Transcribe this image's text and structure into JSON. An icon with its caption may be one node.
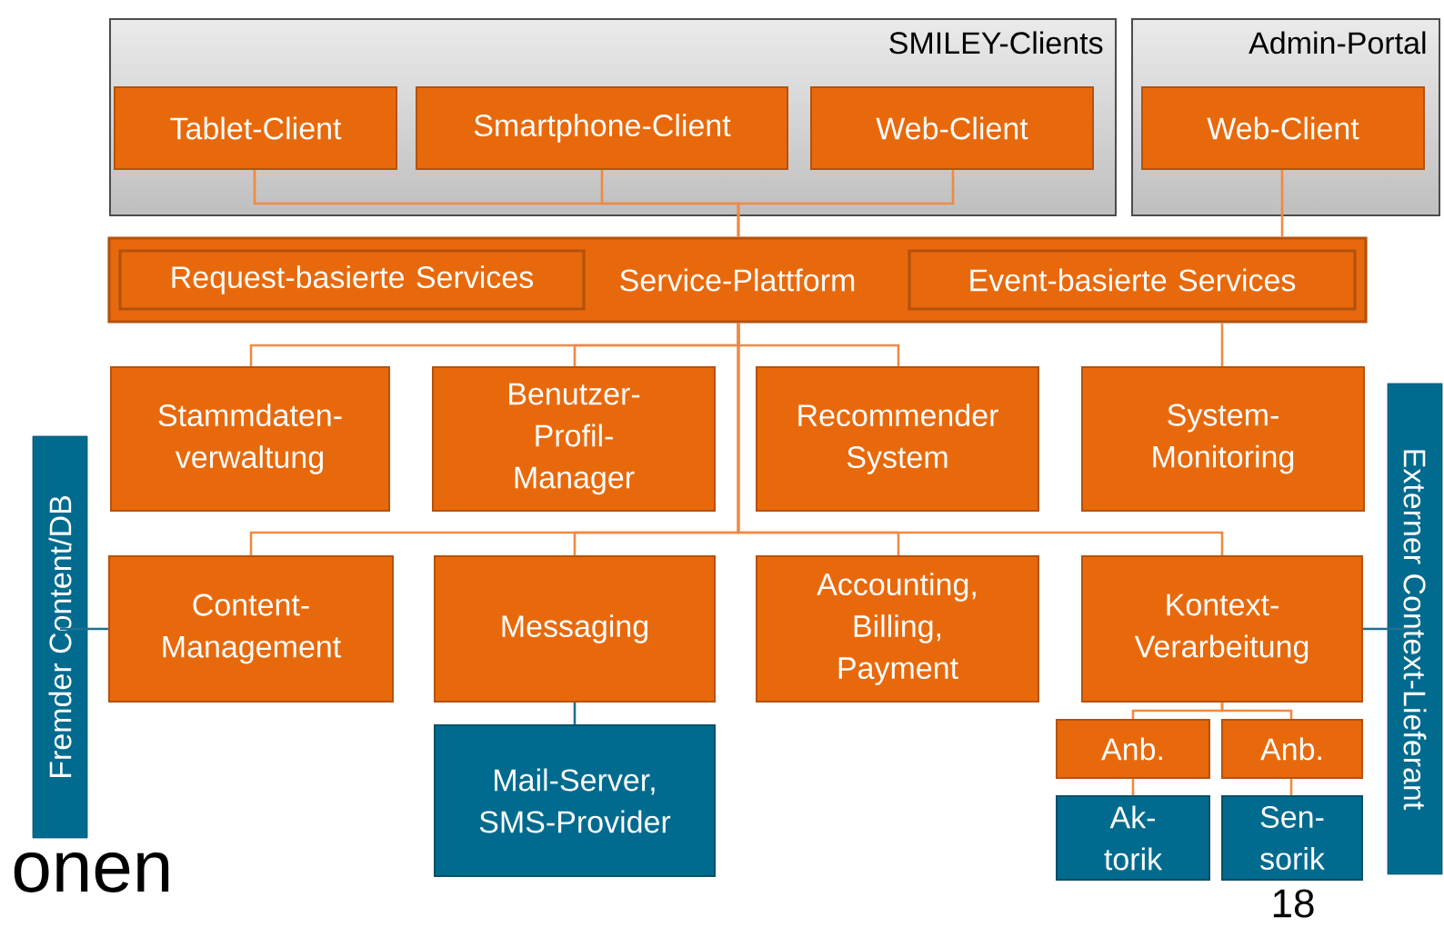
{
  "diagram": {
    "nodes": [
      {
        "text": [
          "SMILEY-Clients"
        ]
      },
      {
        "text": [
          "Tablet-Client"
        ],
        "in": 0
      },
      {
        "text": [
          "Smartphone-Client"
        ],
        "in": 0
      },
      {
        "text": [
          "Web-Client"
        ],
        "in": 0
      },
      {
        "text": [
          "Admin-Portal"
        ]
      },
      {
        "text": [
          "Web-Client"
        ],
        "in": 4
      },
      {
        "text": [
          "Service-Plattform"
        ]
      },
      {
        "text": [
          "Request-basierte Services"
        ],
        "in": 6
      },
      {
        "text": [
          "Event-basierte Services"
        ],
        "in": 6
      },
      {
        "text": [
          "Stammdaten- verwaltung"
        ]
      },
      {
        "text": [
          "Benutzer- Profil- Manager"
        ]
      },
      {
        "text": [
          "Recommender System"
        ]
      },
      {
        "text": [
          "System- Monitoring"
        ]
      },
      {
        "text": [
          "Content- Management"
        ]
      },
      {
        "text": [
          "Messaging"
        ]
      },
      {
        "text": [
          "Accounting, Billing, Payment"
        ]
      },
      {
        "text": [
          "Kontext- Verarbeitung"
        ]
      },
      {
        "text": [
          "Anb."
        ]
      },
      {
        "text": [
          "Anb."
        ]
      },
      {
        "text": [
          "Ak- torik"
        ]
      },
      {
        "text": [
          "Sen- sorik"
        ]
      },
      {
        "text": [
          "Mail-Server, SMS-Provider"
        ]
      },
      {
        "text": [
          "Fremder Content/DB"
        ]
      },
      {
        "text": [
          "Externer Context-Lieferant"
        ]
      }
    ],
    "edges": [
      {
        "from": 1,
        "to": 6,
        "arrow": "none"
      },
      {
        "from": 2,
        "to": 6,
        "arrow": "none"
      },
      {
        "from": 3,
        "to": 6,
        "arrow": "none"
      },
      {
        "from": 5,
        "to": 6,
        "arrow": "none"
      },
      {
        "from": 6,
        "to": 9,
        "arrow": "none"
      },
      {
        "from": 6,
        "to": 10,
        "arrow": "none"
      },
      {
        "from": 6,
        "to": 11,
        "arrow": "none"
      },
      {
        "from": 6,
        "to": 12,
        "arrow": "none"
      },
      {
        "from": 6,
        "to": 13,
        "arrow": "none"
      },
      {
        "from": 6,
        "to": 14,
        "arrow": "none"
      },
      {
        "from": 6,
        "to": 15,
        "arrow": "none"
      },
      {
        "from": 6,
        "to": 16,
        "arrow": "none"
      },
      {
        "from": 16,
        "to": 17,
        "arrow": "none"
      },
      {
        "from": 16,
        "to": 18,
        "arrow": "none"
      },
      {
        "from": 17,
        "to": 19,
        "arrow": "none"
      },
      {
        "from": 18,
        "to": 20,
        "arrow": "none"
      },
      {
        "from": 14,
        "to": 21,
        "arrow": "none",
        "color": "#1f6f8f"
      },
      {
        "from": 13,
        "to": 22,
        "arrow": "none",
        "color": "#1f6f8f"
      },
      {
        "from": 16,
        "to": 23,
        "arrow": "none",
        "color": "#1f6f8f"
      }
    ],
    "labels": [
      "onen",
      "18"
    ]
  }
}
